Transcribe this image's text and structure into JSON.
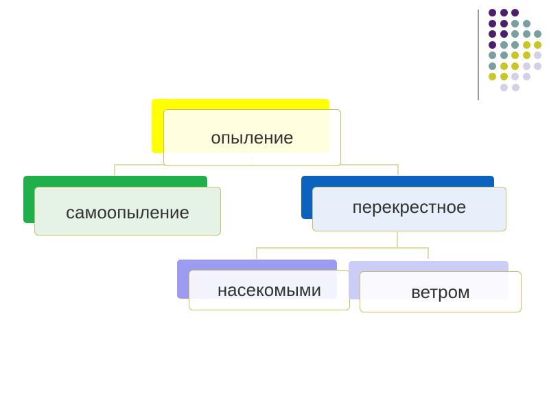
{
  "decoration": {
    "dot_colors": {
      "purple": "#4b1f6e",
      "teal": "#7a9fa0",
      "olive": "#c9c627",
      "lavender": "#d4d0e6"
    },
    "dot_grid": [
      [
        "purple",
        "purple",
        "purple"
      ],
      [
        "purple",
        "purple",
        "teal",
        "teal"
      ],
      [
        "purple",
        "purple",
        "teal",
        "teal",
        "teal"
      ],
      [
        "purple",
        "teal",
        "teal",
        "olive",
        "olive"
      ],
      [
        "teal",
        "teal",
        "olive",
        "olive",
        "lavender"
      ],
      [
        "teal",
        "olive",
        "olive",
        "lavender",
        "lavender"
      ],
      [
        "olive",
        "olive",
        "lavender",
        "lavender"
      ],
      [
        "lavender",
        "lavender"
      ]
    ],
    "line_color": "#9a9a9a"
  },
  "diagram": {
    "connector_color": "#d6d08a",
    "nodes": {
      "root": {
        "label": "опыление",
        "back_color": "#ffff00"
      },
      "self": {
        "label": "самоопыление",
        "back_color": "#1fb04b",
        "front_tint": "#e4f3e6"
      },
      "cross": {
        "label": "перекрестное",
        "back_color": "#0b63bf",
        "front_tint": "#e6effa"
      },
      "insects": {
        "label": "насекомыми",
        "back_color": "#9b9bf2"
      },
      "wind": {
        "label": "ветром",
        "back_color": "#cccdf7"
      }
    }
  }
}
